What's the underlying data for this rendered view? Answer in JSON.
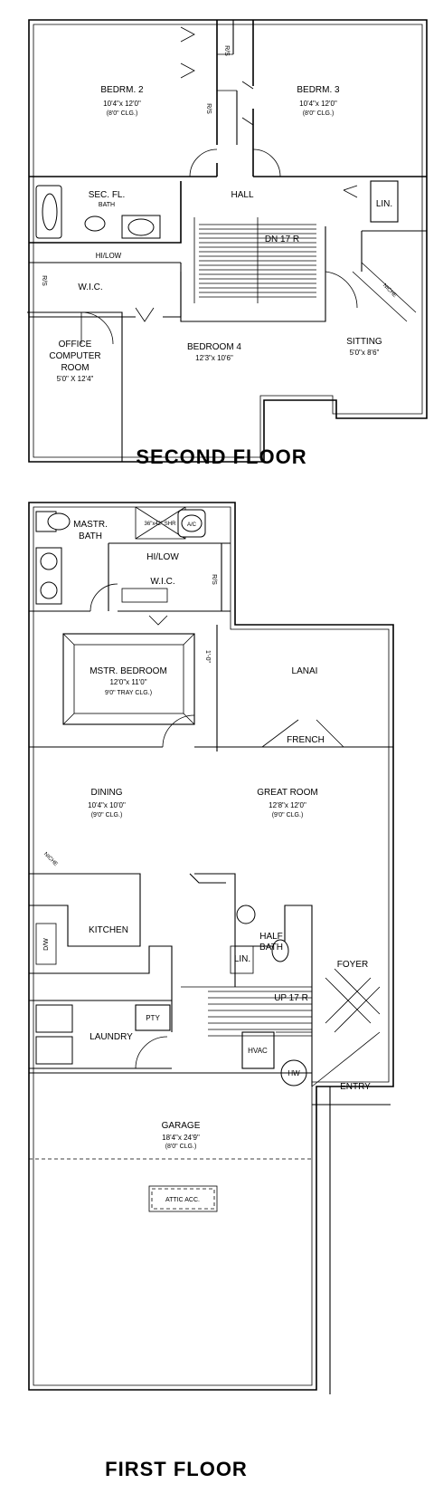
{
  "second_floor": {
    "title": "SECOND FLOOR",
    "rooms": {
      "bedroom2": {
        "name": "BEDRM. 2",
        "dims": "10'4\"x 12'0\"",
        "ceiling": "(8'0\" CLG.)"
      },
      "bedroom3": {
        "name": "BEDRM. 3",
        "dims": "10'4\"x 12'0\"",
        "ceiling": "(8'0\" CLG.)"
      },
      "sec_bath": {
        "name": "SEC. FL.",
        "sub": "BATH"
      },
      "hall": {
        "name": "HALL"
      },
      "linen": {
        "name": "LIN."
      },
      "stair": {
        "name": "DN 17 R"
      },
      "hi_low": {
        "name": "HI/LOW"
      },
      "wic": {
        "name": "W.I.C."
      },
      "rs_left": {
        "name": "R/S"
      },
      "rs_closet_a": {
        "name": "R/S"
      },
      "rs_closet_b": {
        "name": "R/S"
      },
      "niche": {
        "name": "NICHE"
      },
      "office": {
        "line1": "OFFICE",
        "line2": "COMPUTER",
        "line3": "ROOM",
        "dims": "5'0\" X 12'4\""
      },
      "bedroom4": {
        "name": "BEDROOM 4",
        "dims": "12'3\"x 10'6\""
      },
      "sitting": {
        "name": "SITTING",
        "dims": "5'0\"x 8'6\""
      }
    }
  },
  "first_floor": {
    "title": "FIRST FLOOR",
    "rooms": {
      "master_bath": {
        "name": "MASTR.",
        "sub": "BATH"
      },
      "shower": {
        "name": "36\"x42\" SHR"
      },
      "ac": {
        "name": "A/C"
      },
      "hi_low": {
        "name": "HI/LOW"
      },
      "wic": {
        "name": "W.I.C."
      },
      "rs": {
        "name": "R/S"
      },
      "master_bedroom": {
        "name": "MSTR. BEDROOM",
        "dims": "12'0\"x 11'0\"",
        "ceiling": "9'0\" TRAY CLG.)"
      },
      "soffit": {
        "name": "1'-0\""
      },
      "lanai": {
        "name": "LANAI"
      },
      "french": {
        "name": "FRENCH"
      },
      "dining": {
        "name": "DINING",
        "dims": "10'4\"x 10'0\"",
        "ceiling": "(9'0\" CLG.)"
      },
      "great_room": {
        "name": "GREAT ROOM",
        "dims": "12'8\"x 12'0\"",
        "ceiling": "(9'0\" CLG.)"
      },
      "niche": {
        "name": "NICHE"
      },
      "dw": {
        "name": "D/W"
      },
      "kitchen": {
        "name": "KITCHEN"
      },
      "half_bath": {
        "name": "HALF",
        "sub": "BATH"
      },
      "linen": {
        "name": "LIN."
      },
      "foyer": {
        "name": "FOYER"
      },
      "stair": {
        "name": "UP 17 R"
      },
      "pantry": {
        "name": "PTY"
      },
      "laundry": {
        "name": "LAUNDRY"
      },
      "hvac": {
        "name": "HVAC"
      },
      "hw": {
        "name": "HW"
      },
      "entry": {
        "name": "ENTRY"
      },
      "garage": {
        "name": "GARAGE",
        "dims": "18'4\"x 24'9\"",
        "ceiling": "(8'0\" CLG.)"
      },
      "attic": {
        "name": "ATTIC ACC."
      }
    }
  }
}
